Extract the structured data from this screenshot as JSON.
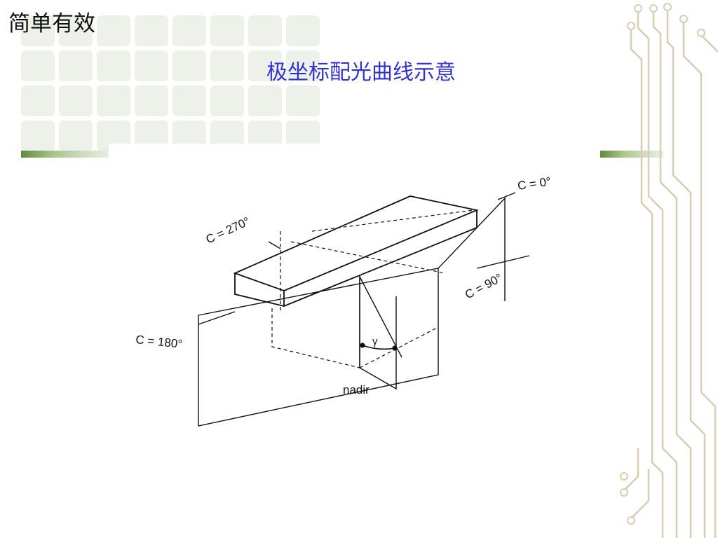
{
  "slide": {
    "corner_title": "简单有效",
    "title": "极坐标配光曲线示意"
  },
  "diagram": {
    "labels": {
      "c0": "C = 0°",
      "c90": "C = 90°",
      "c180": "C = 180°",
      "c270": "C = 270°",
      "nadir": "nadir",
      "gamma": "γ"
    }
  },
  "colors": {
    "title_blue": "#3333cc",
    "accent_green": "#6a8f45",
    "circuit_beige": "#d8cdb4",
    "line_ink": "#111111"
  },
  "icons": [
    "circuit-decoration-icon"
  ]
}
